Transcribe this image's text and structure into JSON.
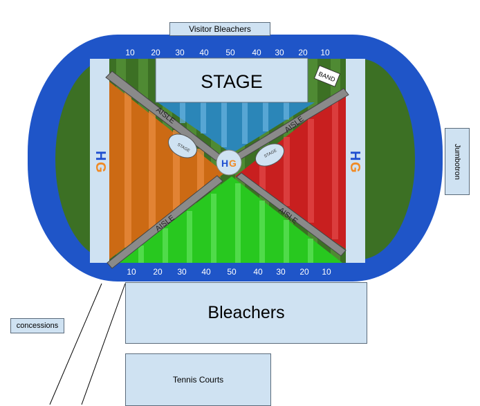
{
  "labels": {
    "visitor_bleachers": "Visitor Bleachers",
    "stage": "STAGE",
    "band": "BAND",
    "aisle": "AISLE",
    "stage_small": "STAGE",
    "hg_h": "H",
    "hg_g": "G",
    "jumbotron": "Jumbotron",
    "bleachers": "Bleachers",
    "concessions": "concessions",
    "tennis_courts": "Tennis Courts"
  },
  "yard_lines_top": [
    "10",
    "20",
    "30",
    "40",
    "50",
    "40",
    "30",
    "20",
    "10"
  ],
  "yard_lines_bottom": [
    "10",
    "20",
    "30",
    "40",
    "50",
    "40",
    "30",
    "20",
    "10"
  ],
  "colors": {
    "track": "#1f55c8",
    "turf": "#3c7024",
    "section_left": "#cc6a14",
    "section_right": "#c81f1f",
    "section_bottom": "#28c81f",
    "section_top": "#2b86b8",
    "aisle": "#8a8a8a",
    "hg_blue": "#1f4fd0",
    "hg_orange": "#f08a24",
    "panel": "#cfe2f2"
  }
}
